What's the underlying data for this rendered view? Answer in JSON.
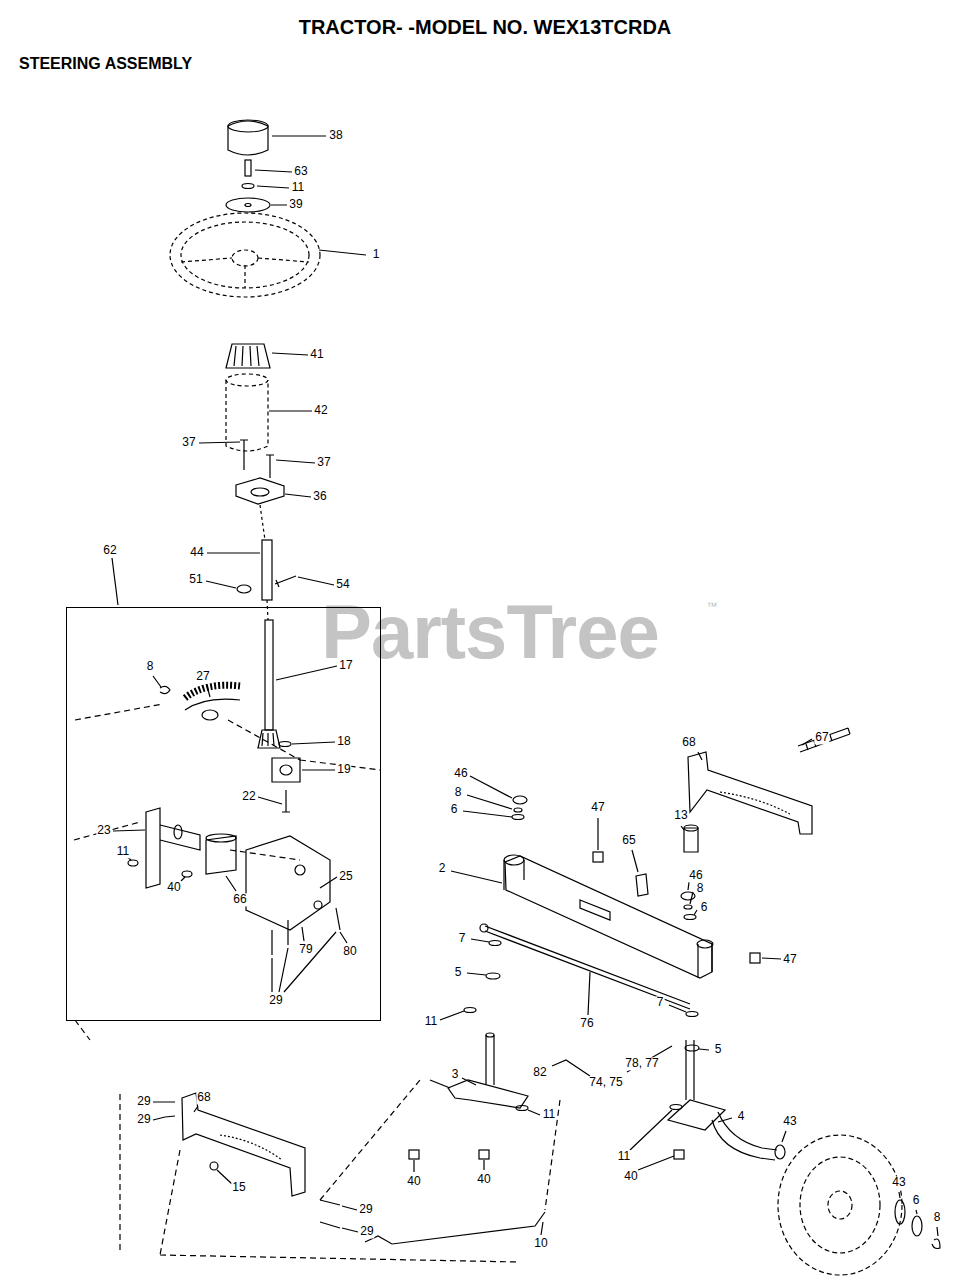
{
  "diagram": {
    "title": "TRACTOR- -MODEL NO. WEX13TCRDA",
    "nodes": [
      {
        "text": [
          "62"
        ]
      }
    ],
    "labels": [
      "STEERING ASSEMBLY",
      "PartsTree",
      "™",
      "38",
      "63",
      "11",
      "39",
      "1",
      "41",
      "42",
      "37",
      "37",
      "36",
      "44",
      "51",
      "54",
      "8",
      "27",
      "17",
      "18",
      "19",
      "22",
      "23",
      "11",
      "40",
      "66",
      "25",
      "79",
      "80",
      "29",
      "68",
      "67",
      "46",
      "8",
      "6",
      "47",
      "13",
      "65",
      "2",
      "46",
      "8",
      "6",
      "7",
      "47",
      "5",
      "7",
      "11",
      "76",
      "5",
      "78, 77",
      "74, 75",
      "82",
      "3",
      "11",
      "4",
      "43",
      "29",
      "68",
      "29",
      "11",
      "40",
      "40",
      "40",
      "15",
      "43",
      "6",
      "29",
      "29",
      "8",
      "10"
    ]
  }
}
